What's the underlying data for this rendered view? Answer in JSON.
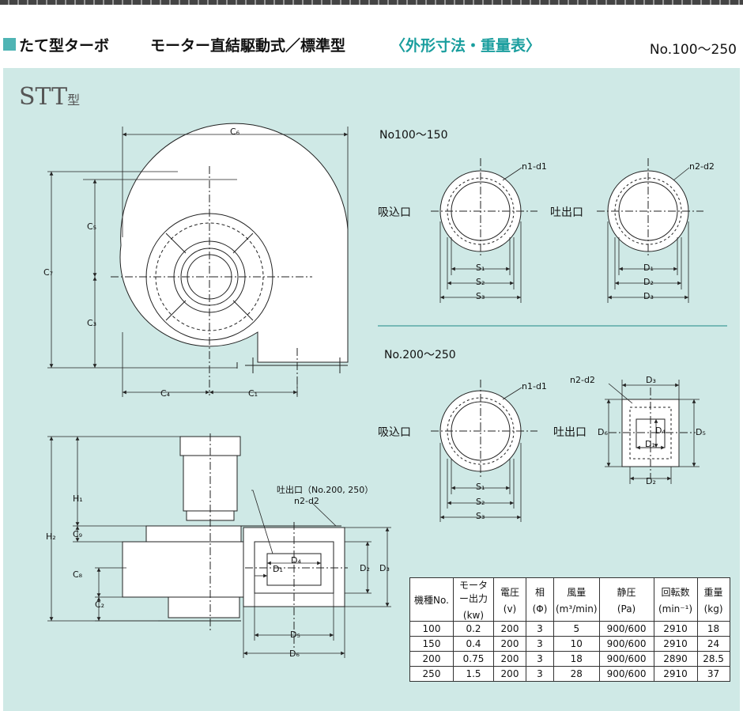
{
  "header": {
    "category": "たて型ターボ",
    "title": "モーター直結駆動式／標準型",
    "accent": "〈外形寸法・重量表〉",
    "range": "No.100〜250"
  },
  "model": {
    "name": "STT",
    "suffix": "型"
  },
  "labels": {
    "section_top": "No100〜150",
    "section_bottom": "No.200〜250",
    "suction": "吸込口",
    "discharge": "吐出口",
    "discharge_note": "吐出口（No.200, 250）",
    "n1d1": "n1-d1",
    "n2d2": "n2-d2",
    "c6": "C₆",
    "c5": "C₅",
    "c7": "C₇",
    "c3": "C₃",
    "c4": "C₄",
    "c1": "C₁",
    "h1": "H₁",
    "h2": "H₂",
    "c9": "C₉",
    "c8": "C₈",
    "c2": "C₂",
    "s1": "S₁",
    "s2": "S₂",
    "s3": "S₃",
    "d1": "D₁",
    "d2": "D₂",
    "d3": "D₃",
    "d4": "D₄",
    "d5": "D₅",
    "d6": "D₆"
  },
  "table": {
    "headers": [
      {
        "name": "機種No.",
        "unit": ""
      },
      {
        "name": "モーター出力",
        "unit": "(kw)"
      },
      {
        "name": "電圧",
        "unit": "(v)"
      },
      {
        "name": "相",
        "unit": "(Φ)"
      },
      {
        "name": "風量",
        "unit": "(m³/min)"
      },
      {
        "name": "静圧",
        "unit": "(Pa)"
      },
      {
        "name": "回転数",
        "unit": "(min⁻¹)"
      },
      {
        "name": "重量",
        "unit": "(kg)"
      }
    ],
    "rows": [
      [
        "100",
        "0.2",
        "200",
        "3",
        "5",
        "900/600",
        "2910",
        "18"
      ],
      [
        "150",
        "0.4",
        "200",
        "3",
        "10",
        "900/600",
        "2910",
        "24"
      ],
      [
        "200",
        "0.75",
        "200",
        "3",
        "18",
        "900/600",
        "2890",
        "28.5"
      ],
      [
        "250",
        "1.5",
        "200",
        "3",
        "28",
        "900/600",
        "2910",
        "37"
      ]
    ]
  }
}
